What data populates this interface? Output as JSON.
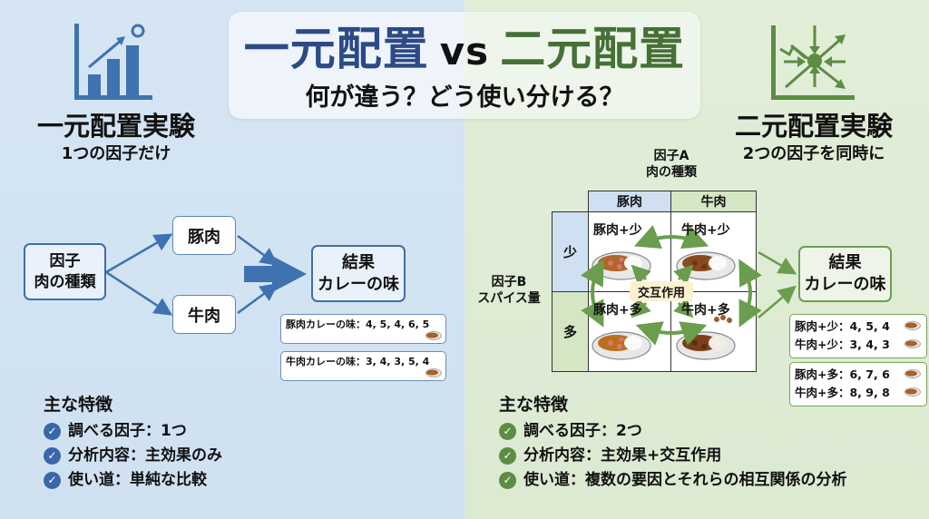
{
  "title": {
    "left_term": "一元配置",
    "vs": "vs",
    "right_term": "二元配置",
    "subtitle": "何が違う？どう使い分ける？"
  },
  "colors": {
    "one_way_accent": "#2c4a86",
    "two_way_accent": "#467036",
    "left_bg": "#d3e4f2",
    "right_bg": "#dfecd5",
    "icon_blue": "#3f72b0",
    "icon_green": "#5d8c43"
  },
  "left": {
    "icon": "bar-chart-growth-icon",
    "heading": "一元配置実験",
    "subheading": "1つの因子だけ",
    "factor_box": {
      "line1": "因子",
      "line2": "肉の種類"
    },
    "levels": [
      "豚肉",
      "牛肉"
    ],
    "result_box": {
      "line1": "結果",
      "line2": "カレーの味"
    },
    "data": [
      {
        "label": "豚肉カレーの味：4, 5, 4, 6, 5"
      },
      {
        "label": "牛肉カレーの味：3, 4, 3, 5, 4"
      }
    ],
    "features": {
      "title": "主な特徴",
      "items": [
        "調べる因子：1つ",
        "分析内容：主効果のみ",
        "使い道：単純な比較"
      ]
    }
  },
  "right": {
    "icon": "interaction-arrows-icon",
    "heading": "二元配置実験",
    "subheading": "2つの因子を同時に",
    "factor_a": {
      "line1": "因子A",
      "line2": "肉の種類"
    },
    "factor_b": {
      "line1": "因子B",
      "line2": "スパイス量"
    },
    "columns": [
      "豚肉",
      "牛肉"
    ],
    "rows": [
      "少",
      "多"
    ],
    "cells": [
      "豚肉+少",
      "牛肉+少",
      "豚肉+多",
      "牛肉+多"
    ],
    "interaction_label": "交互作用",
    "result_box": {
      "line1": "結果",
      "line2": "カレーの味"
    },
    "data_groups": [
      [
        "豚肉+少：4, 5, 4",
        "牛肉+少：3, 4, 3"
      ],
      [
        "豚肉+多：6, 7, 6",
        "牛肉+多：8, 9, 8"
      ]
    ],
    "features": {
      "title": "主な特徴",
      "items": [
        "調べる因子：2つ",
        "分析内容：主効果+交互作用",
        "使い道：複数の要因とそれらの相互関係の分析"
      ]
    }
  }
}
